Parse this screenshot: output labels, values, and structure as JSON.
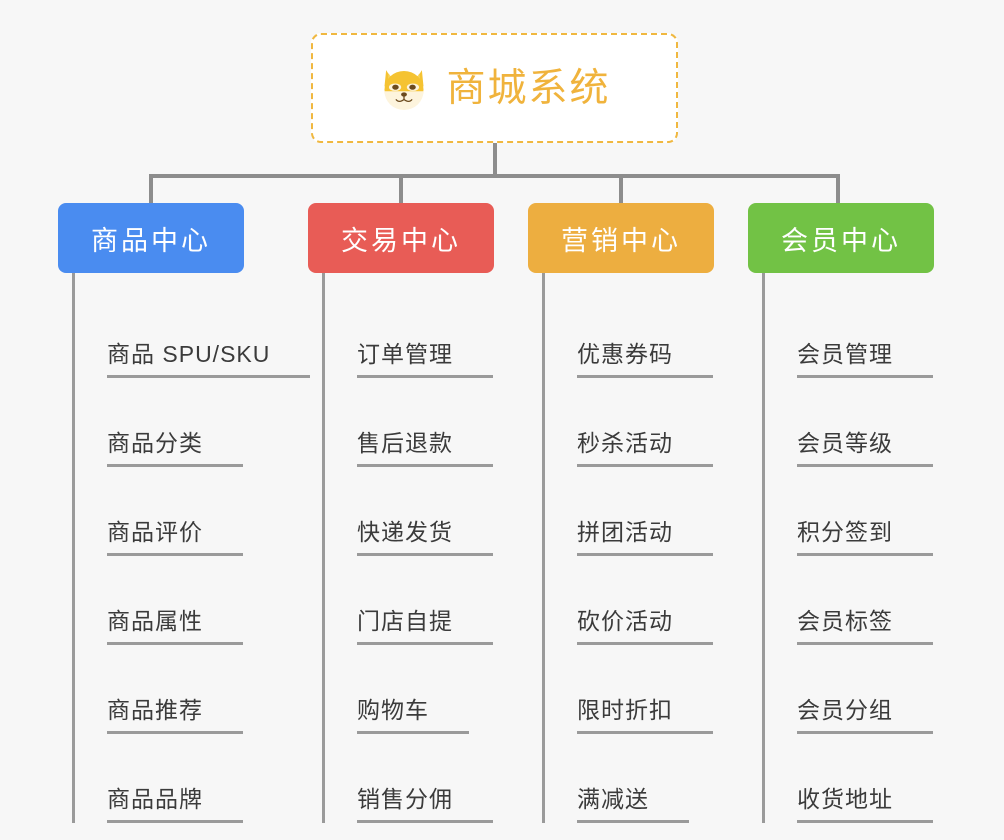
{
  "root": {
    "title": "商城系统",
    "icon": "shiba-dog-icon",
    "border_color": "#f0b840",
    "text_color": "#f0b33c",
    "background": "#ffffff"
  },
  "canvas": {
    "background": "#f7f7f7",
    "connector_color": "#8d8d8d"
  },
  "columns": [
    {
      "header": "商品中心",
      "color": "#4a8cf0",
      "leaves": [
        "商品 SPU/SKU",
        "商品分类",
        "商品评价",
        "商品属性",
        "商品推荐",
        "商品品牌"
      ]
    },
    {
      "header": "交易中心",
      "color": "#e85c56",
      "leaves": [
        "订单管理",
        "售后退款",
        "快递发货",
        "门店自提",
        "购物车",
        "销售分佣"
      ]
    },
    {
      "header": "营销中心",
      "color": "#edae40",
      "leaves": [
        "优惠券码",
        "秒杀活动",
        "拼团活动",
        "砍价活动",
        "限时折扣",
        "满减送"
      ]
    },
    {
      "header": "会员中心",
      "color": "#72c245",
      "leaves": [
        "会员管理",
        "会员等级",
        "积分签到",
        "会员标签",
        "会员分组",
        "收货地址"
      ]
    }
  ]
}
